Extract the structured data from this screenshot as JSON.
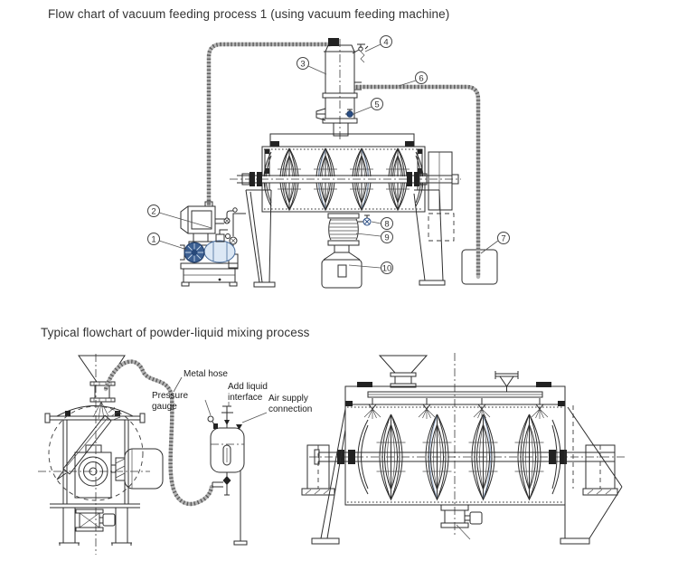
{
  "diagram1": {
    "title": "Flow chart of vacuum feeding process 1 (using vacuum feeding machine)",
    "callouts": [
      "1",
      "2",
      "3",
      "4",
      "5",
      "6",
      "7",
      "8",
      "9",
      "10"
    ]
  },
  "diagram2": {
    "title": "Typical flowchart of powder-liquid mixing process",
    "labels": {
      "metal_hose": "Metal hose",
      "pressure_gauge": [
        "Pressure",
        "gauge"
      ],
      "add_liquid": [
        "Add liquid",
        "interface"
      ],
      "air_supply": [
        "Air supply",
        "connection"
      ]
    }
  },
  "colors": {
    "line": "#2d2d2d",
    "accent_blue": "#3c5f91",
    "accent_blue_light": "#dce8f5",
    "valve_blue": "#2b4f86",
    "hose_gray": "#b5b5b5"
  }
}
